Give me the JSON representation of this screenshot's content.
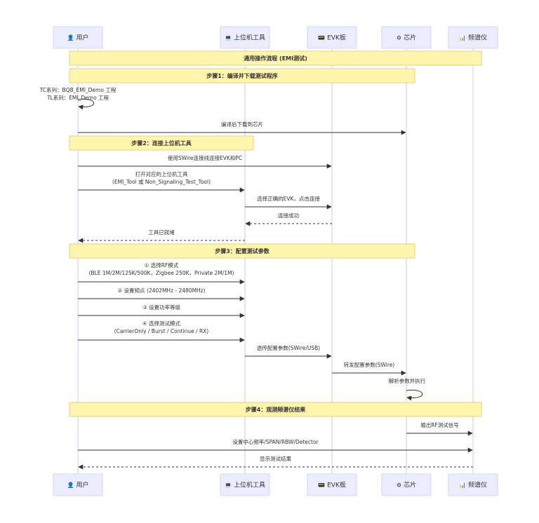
{
  "participants": [
    {
      "id": "user",
      "label": "用户",
      "icon": "person-icon",
      "glyph": "👤"
    },
    {
      "id": "tool",
      "label": "上位机工具",
      "icon": "computer-icon",
      "glyph": "💻"
    },
    {
      "id": "evk",
      "label": "EVK板",
      "icon": "board-icon",
      "glyph": "📟"
    },
    {
      "id": "chip",
      "label": "芯片",
      "icon": "chip-icon",
      "glyph": "⚙"
    },
    {
      "id": "analyzer",
      "label": "频谱仪",
      "icon": "chart-icon",
      "glyph": "📊"
    }
  ],
  "notes": [
    {
      "id": "main",
      "text": "通用操作流程 (EMI测试)"
    },
    {
      "id": "step1",
      "text": "步骤1：编译并下载测试程序"
    },
    {
      "id": "step2",
      "text": "步骤2：连接上位机工具"
    },
    {
      "id": "step3",
      "text": "步骤3：配置测试参数"
    },
    {
      "id": "step4",
      "text": "步骤4：观测频谱仪结果"
    }
  ],
  "messages": [
    {
      "id": "m1",
      "from": "user",
      "to": "user",
      "dashed": false,
      "lines": [
        "TC系列：BQB_EMI_Demo 工程",
        "TL系列：EMI_Demo 工程"
      ]
    },
    {
      "id": "m2",
      "from": "user",
      "to": "chip",
      "dashed": false,
      "lines": [
        "编译后下载到芯片"
      ]
    },
    {
      "id": "m3",
      "from": "user",
      "to": "evk",
      "dashed": false,
      "lines": [
        "使用SWire连接线连接EVK和PC"
      ]
    },
    {
      "id": "m4",
      "from": "user",
      "to": "tool",
      "dashed": false,
      "lines": [
        "打开对应的上位机工具",
        "(EMI_Tool 或 Non_Signaling_Test_Tool)"
      ]
    },
    {
      "id": "m5",
      "from": "tool",
      "to": "evk",
      "dashed": false,
      "lines": [
        "选择正确的EVK，点击连接"
      ]
    },
    {
      "id": "m6",
      "from": "evk",
      "to": "tool",
      "dashed": true,
      "lines": [
        "连接成功"
      ]
    },
    {
      "id": "m7",
      "from": "tool",
      "to": "user",
      "dashed": true,
      "lines": [
        "工具已就绪"
      ]
    },
    {
      "id": "m8",
      "from": "user",
      "to": "tool",
      "dashed": false,
      "lines": [
        "① 选择RF模式",
        "(BLE 1M/2M/125K/500K，Zigbee 250K，Private 2M/1M)"
      ]
    },
    {
      "id": "m9",
      "from": "user",
      "to": "tool",
      "dashed": false,
      "lines": [
        "② 设置频点 (2402MHz - 2480MHz)"
      ]
    },
    {
      "id": "m10",
      "from": "user",
      "to": "tool",
      "dashed": false,
      "lines": [
        "③ 设置功率等级"
      ]
    },
    {
      "id": "m11",
      "from": "user",
      "to": "tool",
      "dashed": false,
      "lines": [
        "④ 选择测试模式",
        "(CarrierOnly / Burst / Continue / RX)"
      ]
    },
    {
      "id": "m12",
      "from": "tool",
      "to": "evk",
      "dashed": false,
      "lines": [
        "透传配置参数(SWire/USB)"
      ]
    },
    {
      "id": "m13",
      "from": "evk",
      "to": "chip",
      "dashed": false,
      "lines": [
        "转发配置参数(SWire)"
      ]
    },
    {
      "id": "m14",
      "from": "chip",
      "to": "chip",
      "dashed": false,
      "lines": [
        "解析参数并执行"
      ]
    },
    {
      "id": "m15",
      "from": "chip",
      "to": "analyzer",
      "dashed": false,
      "lines": [
        "输出RF测试信号"
      ]
    },
    {
      "id": "m16",
      "from": "user",
      "to": "analyzer",
      "dashed": false,
      "lines": [
        "设置中心频率/SPAN/RBW/Detector"
      ]
    },
    {
      "id": "m17",
      "from": "analyzer",
      "to": "user",
      "dashed": true,
      "lines": [
        "显示测试结果"
      ]
    }
  ]
}
